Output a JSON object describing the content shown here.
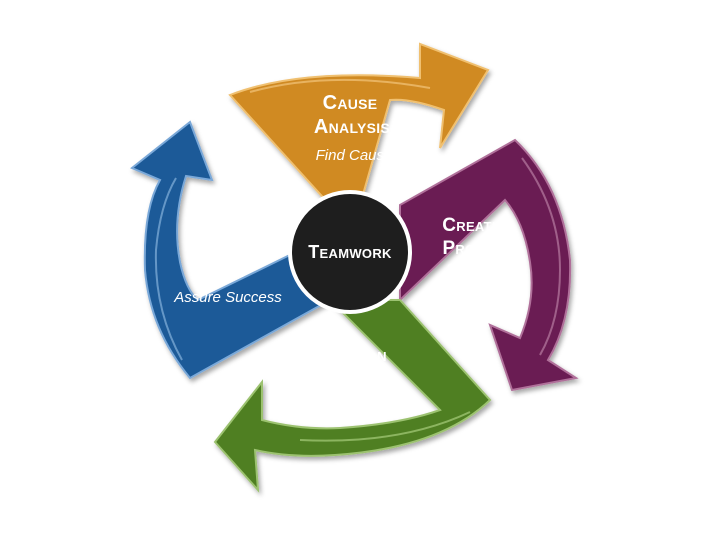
{
  "diagram": {
    "center": {
      "label": "Teamwork"
    },
    "segments": [
      {
        "id": "cause-analysis",
        "title_lines": [
          "Cause",
          "Analysis"
        ],
        "subtitle": "Find Cause",
        "color": "#d08a24"
      },
      {
        "id": "creative-problem-solving",
        "title_lines": [
          "Creative",
          "Problem",
          "Solving"
        ],
        "subtitle": "New Ideas",
        "color": "#6b1f52"
      },
      {
        "id": "decision-making",
        "title_lines": [
          "Decision",
          "Making"
        ],
        "subtitle": "Best Choice",
        "color": "#4f7f23"
      },
      {
        "id": "anticipate-plan",
        "title_lines": [
          "Anticipate",
          "&",
          "Plan"
        ],
        "subtitle": "Assure Success",
        "color": "#1b5a98"
      }
    ],
    "center_color": "#1e1e1e"
  }
}
